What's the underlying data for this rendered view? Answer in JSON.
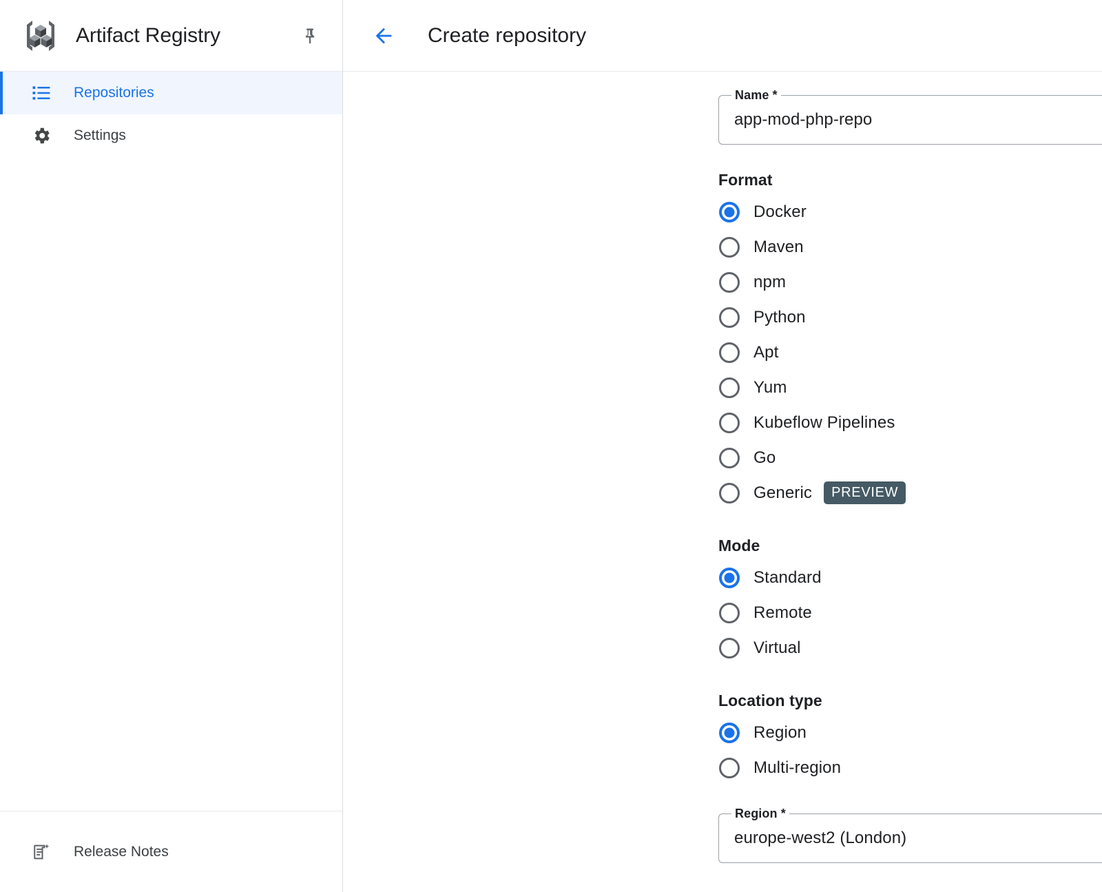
{
  "sidebar": {
    "app_title": "Artifact Registry",
    "logo_icon": "artifact-registry-cubes-icon",
    "pin_icon": "pin-icon",
    "items": [
      {
        "label": "Repositories",
        "icon": "list-icon",
        "active": true
      },
      {
        "label": "Settings",
        "icon": "gear-icon",
        "active": false
      }
    ],
    "footer": {
      "label": "Release Notes",
      "icon": "release-notes-icon"
    }
  },
  "header": {
    "back_icon": "arrow-left-icon",
    "title": "Create repository"
  },
  "form": {
    "name_field": {
      "label": "Name *",
      "value": "app-mod-php-repo",
      "placeholder": "Name"
    },
    "format": {
      "title": "Format",
      "selected": "Docker",
      "options": [
        {
          "label": "Docker",
          "checked": true,
          "badge": ""
        },
        {
          "label": "Maven",
          "checked": false,
          "badge": ""
        },
        {
          "label": "npm",
          "checked": false,
          "badge": ""
        },
        {
          "label": "Python",
          "checked": false,
          "badge": ""
        },
        {
          "label": "Apt",
          "checked": false,
          "badge": ""
        },
        {
          "label": "Yum",
          "checked": false,
          "badge": ""
        },
        {
          "label": "Kubeflow Pipelines",
          "checked": false,
          "badge": ""
        },
        {
          "label": "Go",
          "checked": false,
          "badge": ""
        },
        {
          "label": "Generic",
          "checked": false,
          "badge": "PREVIEW"
        }
      ]
    },
    "mode": {
      "title": "Mode",
      "selected": "Standard",
      "options": [
        {
          "label": "Standard",
          "checked": true,
          "badge": ""
        },
        {
          "label": "Remote",
          "checked": false,
          "badge": ""
        },
        {
          "label": "Virtual",
          "checked": false,
          "badge": ""
        }
      ]
    },
    "location_type": {
      "title": "Location type",
      "selected": "Region",
      "options": [
        {
          "label": "Region",
          "checked": true,
          "badge": ""
        },
        {
          "label": "Multi-region",
          "checked": false,
          "badge": ""
        }
      ]
    },
    "region_field": {
      "label": "Region *",
      "value": "europe-west2 (London)",
      "arrow_icon": "chevron-down-icon"
    }
  },
  "colors": {
    "accent": "#1a73e8",
    "accent_bg": "#f0f5fe",
    "badge_bg": "#455a64",
    "border": "#9aa0a6",
    "divider": "#dadce0",
    "text": "#202124"
  }
}
